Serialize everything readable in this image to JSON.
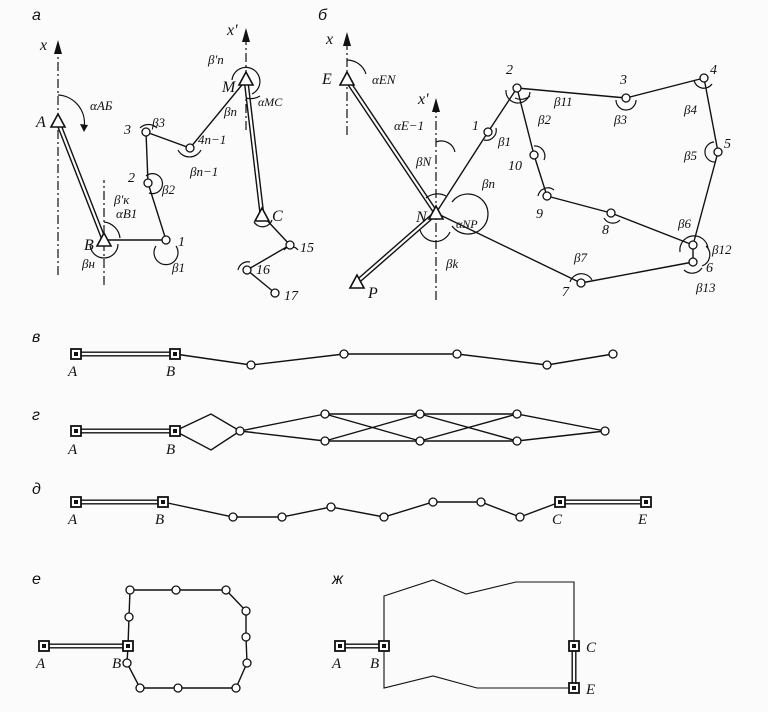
{
  "panels": {
    "a": {
      "letter": "а",
      "labels": {
        "x": "x",
        "xp": "x'",
        "A": "A",
        "B": "B",
        "M": "M",
        "C": "C",
        "aAB": "αAБ",
        "aMC": "αMC",
        "aB1": "αB1",
        "p1": "1",
        "p2": "2",
        "p3": "3",
        "p4": "4n−1",
        "p15": "15",
        "p16": "16",
        "p17": "17",
        "bN": "βн",
        "bK": "β'к",
        "b1": "β1",
        "b2": "β2",
        "b3": "β3",
        "bn1": "βn−1",
        "bnp": "β'n",
        "bn": "βn"
      }
    },
    "b": {
      "letter": "б",
      "labels": {
        "x": "x",
        "xp": "x'",
        "E": "E",
        "N": "N",
        "P": "P",
        "aEN": "αEN",
        "aE1": "αE−1",
        "aNP": "αNP",
        "p1": "1",
        "p2": "2",
        "p3": "3",
        "p4": "4",
        "p5": "5",
        "p6": "6",
        "p7": "7",
        "p8": "8",
        "p9": "9",
        "p10": "10",
        "b1": "β1",
        "b2": "β2",
        "b3": "β3",
        "b4": "β4",
        "b5": "β5",
        "b6": "β6",
        "b7": "β7",
        "b11": "β11",
        "b12": "β12",
        "b13": "β13",
        "bN": "βN",
        "bn": "βn",
        "bk": "βk"
      }
    },
    "v": {
      "letter": "в",
      "A": "A",
      "B": "B"
    },
    "g": {
      "letter": "г",
      "A": "A",
      "B": "B"
    },
    "d": {
      "letter": "д",
      "A": "A",
      "B": "B",
      "C": "C",
      "E": "E"
    },
    "e": {
      "letter": "е",
      "A": "A",
      "B": "B"
    },
    "zh": {
      "letter": "ж",
      "A": "A",
      "B": "B",
      "C": "C",
      "E": "E"
    }
  }
}
